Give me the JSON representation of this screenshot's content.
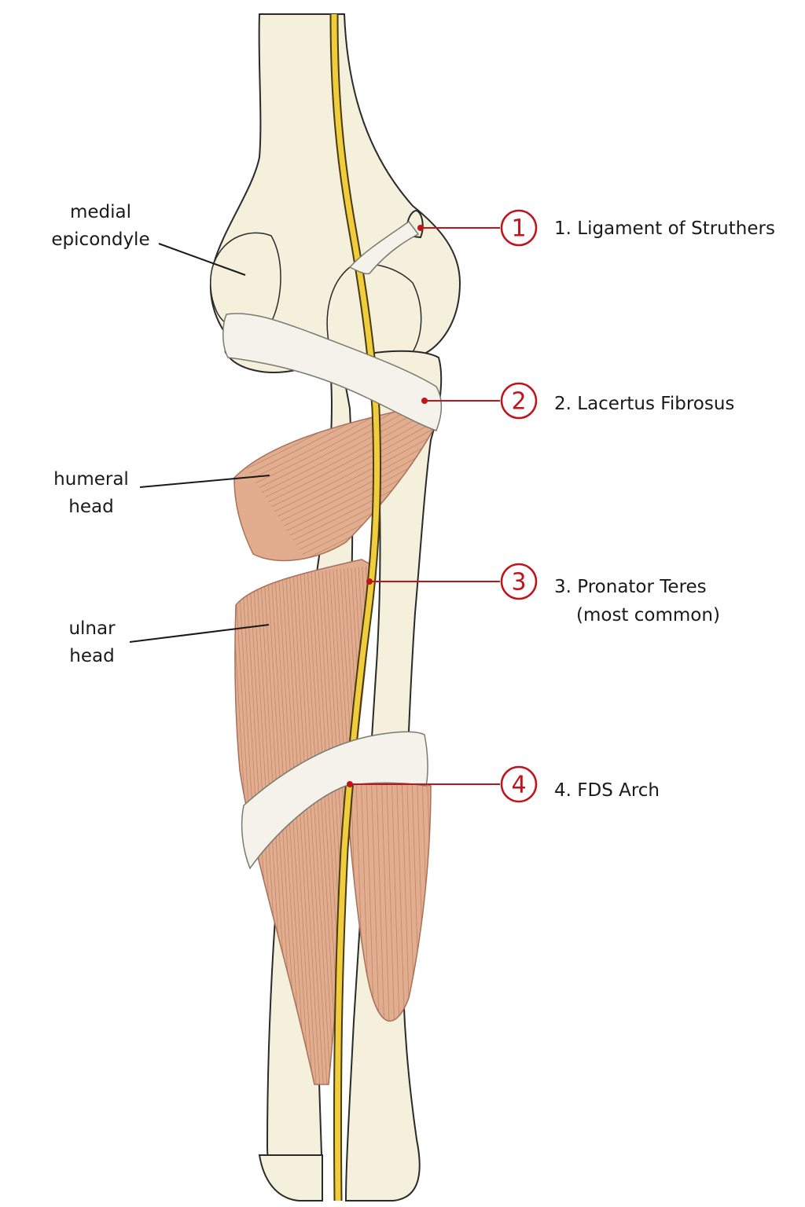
{
  "colors": {
    "bone": "#f4f0dc",
    "bone_outline": "#2a2a2a",
    "muscle": "#e2ad8e",
    "muscle_line": "#a9705a",
    "tendon": "#f4f2ea",
    "nerve": "#f0cd3c",
    "nerve_outline": "#4a3a10",
    "accent": "#c0141c"
  },
  "labels": {
    "medial_epicondyle": [
      "medial",
      "epicondyle"
    ],
    "humeral_head": [
      "humeral",
      "head"
    ],
    "ulnar_head": [
      "ulnar",
      "head"
    ]
  },
  "sites": [
    {
      "number": "1",
      "name": "1. Ligament of Struthers",
      "note": ""
    },
    {
      "number": "2",
      "name": "2. Lacertus Fibrosus",
      "note": ""
    },
    {
      "number": "3",
      "name": "3. Pronator Teres",
      "note": "(most common)"
    },
    {
      "number": "4",
      "name": "4. FDS Arch",
      "note": ""
    }
  ]
}
